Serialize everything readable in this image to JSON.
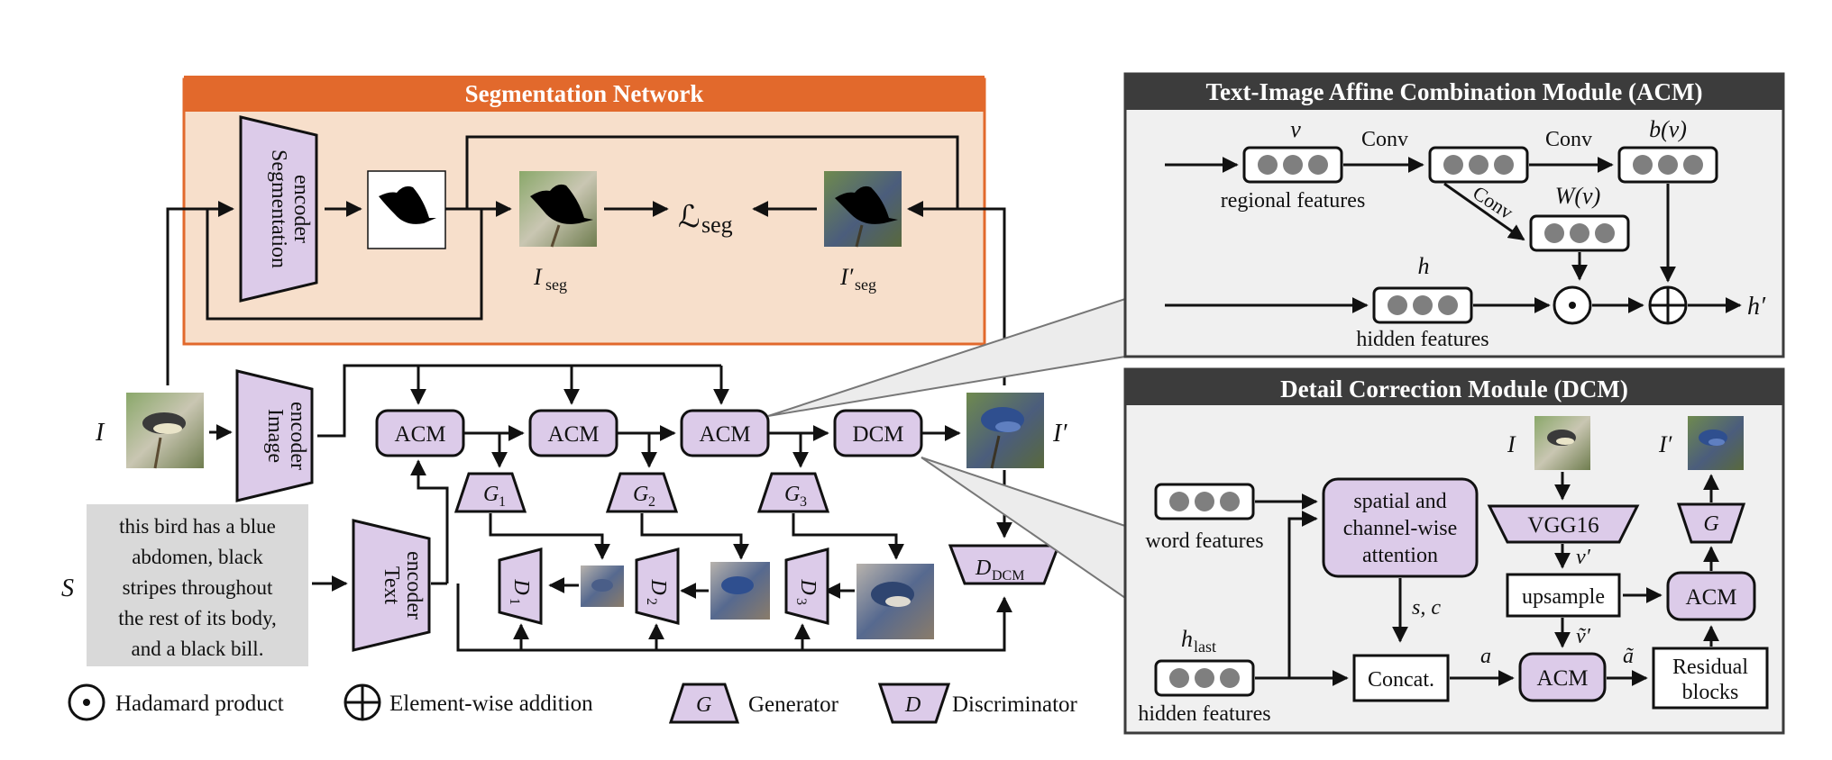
{
  "segmentation": {
    "title": "Segmentation Network",
    "encoder_line1": "Segmentation",
    "encoder_line2": "encoder",
    "loss": "ℒ",
    "loss_sub": "seg",
    "iseg": "I",
    "iseg_sub": "seg",
    "iseg_prime": "I′",
    "iseg_prime_sub": "seg"
  },
  "main": {
    "input_label": "I",
    "image_encoder_line1": "Image",
    "image_encoder_line2": "encoder",
    "text_encoder_line1": "Text",
    "text_encoder_line2": "encoder",
    "sentence_label": "S",
    "sentence_lines": [
      "this bird has a blue",
      "abdomen, black",
      "stripes throughout",
      "the rest of its body,",
      "and a black bill."
    ],
    "acm": "ACM",
    "dcm": "DCM",
    "output_label": "I′",
    "g1": "G",
    "g1_sub": "1",
    "g2": "G",
    "g2_sub": "2",
    "g3": "G",
    "g3_sub": "3",
    "d1": "D",
    "d1_sub": "1",
    "d2": "D",
    "d2_sub": "2",
    "d3": "D",
    "d3_sub": "3",
    "ddcm": "D",
    "ddcm_sub": "DCM"
  },
  "legend": {
    "hadamard": "Hadamard product",
    "addition": "Element-wise addition",
    "generator_symbol": "G",
    "generator": "Generator",
    "discriminator_symbol": "D",
    "discriminator": "Discriminator"
  },
  "acm_panel": {
    "title": "Text-Image Affine Combination Module (ACM)",
    "v": "v",
    "conv1": "Conv",
    "conv2": "Conv",
    "conv3": "Conv",
    "bv": "b(v)",
    "wv": "W(v)",
    "regional": "regional features",
    "h": "h",
    "hidden": "hidden features",
    "hprime": "h′"
  },
  "dcm_panel": {
    "title": "Detail Correction Module (DCM)",
    "i_label": "I",
    "iprime_label": "I′",
    "word": "word features",
    "attention_lines": [
      "spatial and",
      "channel-wise",
      "attention"
    ],
    "vgg": "VGG16",
    "g": "G",
    "vprime": "v′",
    "upsample": "upsample",
    "acm_top": "ACM",
    "sc": "s, c",
    "hlast": "h",
    "hlast_sub": "last",
    "hidden": "hidden features",
    "concat": "Concat.",
    "a": "a",
    "vtilde": "ṽ′",
    "atilde": "ã",
    "acm_bottom": "ACM",
    "residual_line1": "Residual",
    "residual_line2": "blocks"
  },
  "colors": {
    "orange_header": "#e2692c",
    "orange_fill": "#f7dfcb",
    "purple": "#dccbe9",
    "panel_header": "#3c3c3c",
    "panel_fill": "#f0f0f0",
    "dot": "#7f7f7f"
  }
}
